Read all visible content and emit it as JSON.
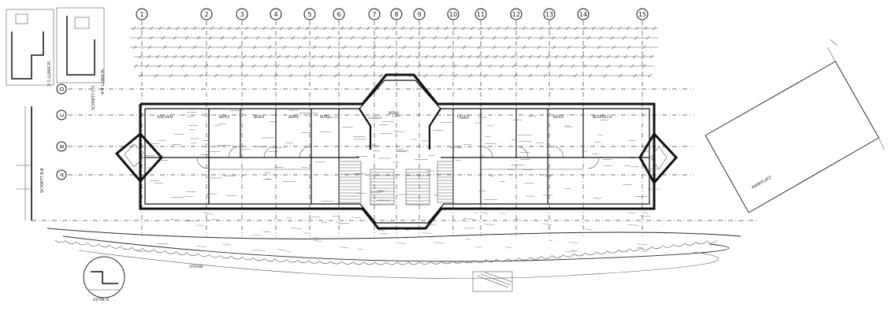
{
  "grid": {
    "columns": [
      "1",
      "2",
      "3",
      "4",
      "5",
      "6",
      "7",
      "8",
      "9",
      "10",
      "11",
      "12",
      "13",
      "14",
      "15"
    ],
    "rows": [
      "A",
      "B",
      "C",
      "D"
    ]
  },
  "section_labels": {
    "schnitt_cc": "SCHNITT C-C",
    "schnitt_aa": "SCHNITT A-A",
    "schnitt_bb": "SCHNITT B-B"
  },
  "room_labels": {
    "kuechen": "KÜCHEN",
    "buero_1": "BÜRO",
    "buero_2": "BÜRO",
    "buero_3": "BÜRO",
    "buero_4": "BÜRO",
    "buero_5": "BÜRO",
    "lager": "LAGER",
    "besprechung": "BESPRECH.",
    "buero_6": "BÜRO"
  },
  "annotations": {
    "street": "STRASSE",
    "parking": "PARKPLATZ",
    "detail": "DETAIL B"
  },
  "colors": {
    "ink": "#111111",
    "paper": "#ffffff"
  }
}
